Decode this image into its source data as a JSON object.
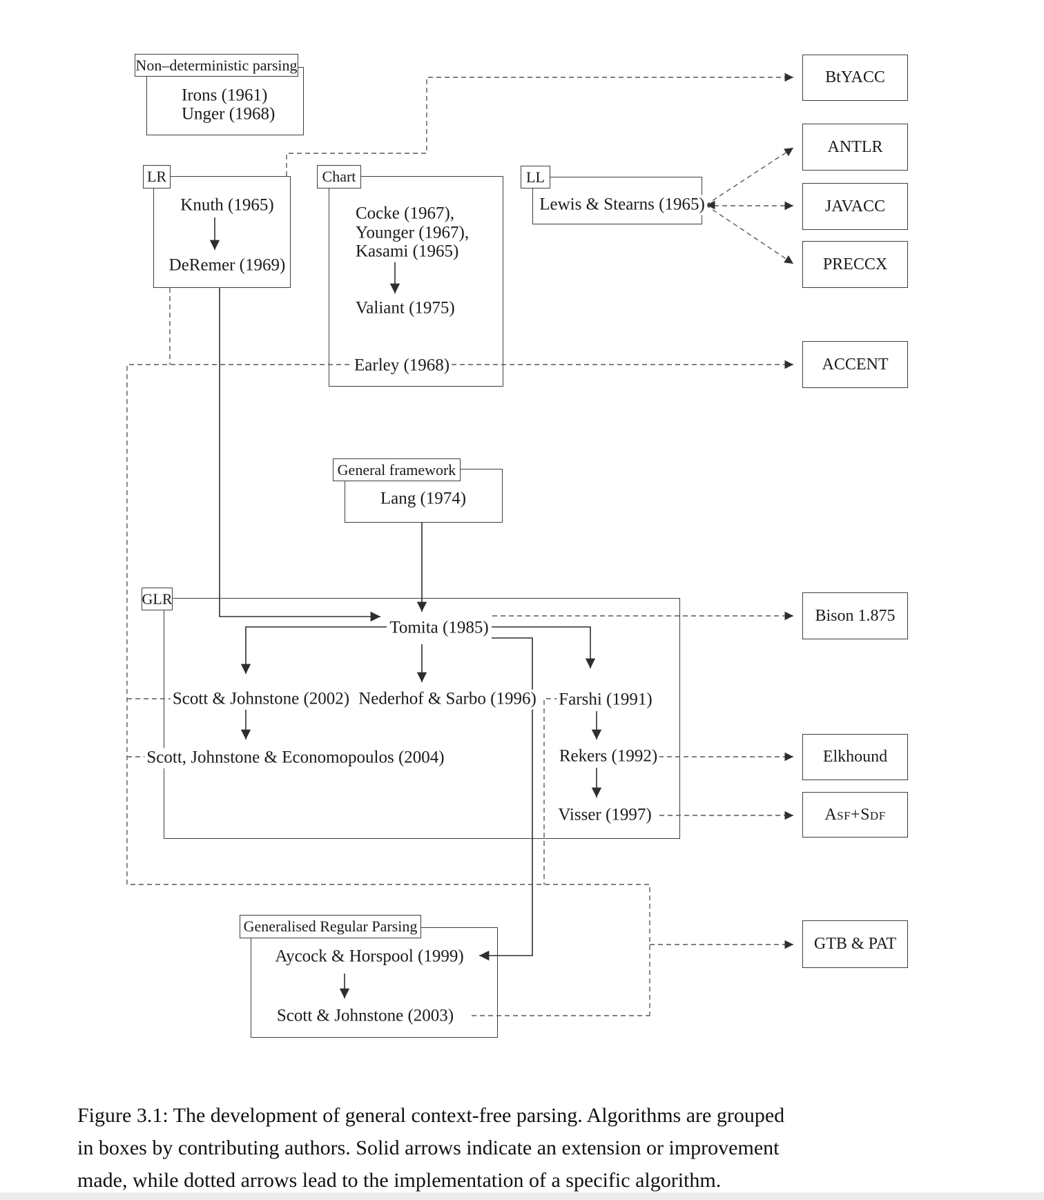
{
  "colors": {
    "box_border": "#3d3d3d",
    "solid_arrow": "#2e2e2e",
    "dashed_arrow": "#575757",
    "text": "#1b1b1b"
  },
  "groups": {
    "nondet": {
      "label": "Non–deterministic parsing",
      "items": [
        "Irons (1961)",
        "Unger (1968)"
      ]
    },
    "lr": {
      "label": "LR",
      "knuth": "Knuth (1965)",
      "deremer": "DeRemer (1969)"
    },
    "chart": {
      "label": "Chart",
      "cocke": "Cocke (1967),",
      "younger": "Younger (1967),",
      "kasami": "Kasami (1965)",
      "valiant": "Valiant (1975)",
      "earley": "Earley (1968)"
    },
    "ll": {
      "label": "LL",
      "lewis_stearns": "Lewis & Stearns (1965)"
    },
    "general_framework": {
      "label": "General framework",
      "lang": "Lang (1974)"
    },
    "glr": {
      "label": "GLR",
      "tomita": "Tomita (1985)",
      "scott_johnstone_2002": "Scott & Johnstone (2002)",
      "nederhof_sarbo": "Nederhof & Sarbo (1996)",
      "farshi": "Farshi (1991)",
      "scott_johnstone_economopoulos_2004": "Scott, Johnstone & Economopoulos (2004)",
      "rekers": "Rekers (1992)",
      "visser": "Visser (1997)"
    },
    "grp": {
      "label": "Generalised Regular Parsing",
      "aycock_horspool": "Aycock & Horspool (1999)",
      "scott_johnstone_2003": "Scott & Johnstone (2003)"
    }
  },
  "implementations": {
    "btyacc": "BtYACC",
    "antlr": "ANTLR",
    "javacc": "JAVACC",
    "preccx": "PRECCX",
    "accent": "ACCENT",
    "bison": "Bison 1.875",
    "elkhound": "Elkhound",
    "asf_sdf": "Asf+Sdf",
    "gtb_pat": "GTB & PAT"
  },
  "figure": {
    "caption_lines": [
      "Figure 3.1: The development of general context-free parsing.  Algorithms are grouped",
      "in boxes by contributing authors.  Solid arrows indicate an extension or improvement",
      "made, while dotted arrows lead to the implementation of a specific algorithm."
    ]
  }
}
